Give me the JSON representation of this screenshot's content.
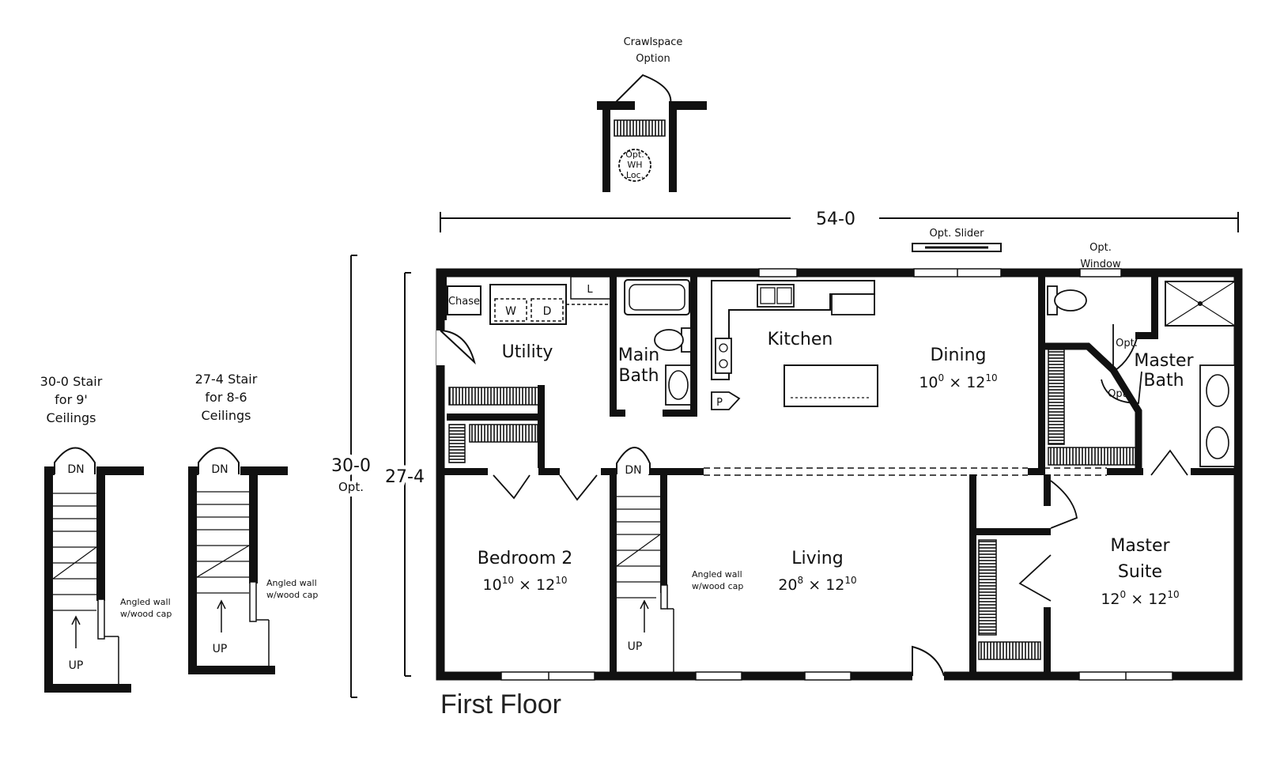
{
  "labels": {
    "crawlspace_line1": "Crawlspace",
    "crawlspace_line2": "Option",
    "wh_line1": "Opt.",
    "wh_line2": "WH",
    "wh_line3": "Loc.",
    "stair30_line1": "30-0 Stair",
    "stair30_line2": "for 9'",
    "stair30_line3": "Ceilings",
    "stair27_line1": "27-4 Stair",
    "stair27_line2": "for 8-6",
    "stair27_line3": "Ceilings",
    "dn": "DN",
    "up": "UP",
    "angled_line1": "Angled wall",
    "angled_line2": "w/wood cap",
    "chase": "Chase",
    "washer": "W",
    "dryer": "D",
    "linen": "L",
    "pantry": "P",
    "opt": "Opt.",
    "first_floor": "First Floor"
  },
  "dimensions": {
    "width": "54-0",
    "depth": "27-4",
    "depth_opt": "30-0",
    "depth_opt_note": "Opt.",
    "opt_slider": "Opt. Slider",
    "opt_window_line1": "Opt.",
    "opt_window_line2": "Window"
  },
  "rooms": {
    "utility": "Utility",
    "main_bath_line1": "Main",
    "main_bath_line2": "Bath",
    "kitchen": "Kitchen",
    "dining": "Dining",
    "dining_size_a": "10",
    "dining_size_a_sup": "0",
    "dining_size_b": "12",
    "dining_size_b_sup": "10",
    "master_bath_line1": "Master",
    "master_bath_line2": "Bath",
    "bedroom2": "Bedroom 2",
    "bedroom2_size_a": "10",
    "bedroom2_size_a_sup": "10",
    "bedroom2_size_b": "12",
    "bedroom2_size_b_sup": "10",
    "living": "Living",
    "living_size_a": "20",
    "living_size_a_sup": "8",
    "living_size_b": "12",
    "living_size_b_sup": "10",
    "master_suite_line1": "Master",
    "master_suite_line2": "Suite",
    "master_suite_size_a": "12",
    "master_suite_size_a_sup": "0",
    "master_suite_size_b": "12",
    "master_suite_size_b_sup": "10",
    "times": "×"
  }
}
